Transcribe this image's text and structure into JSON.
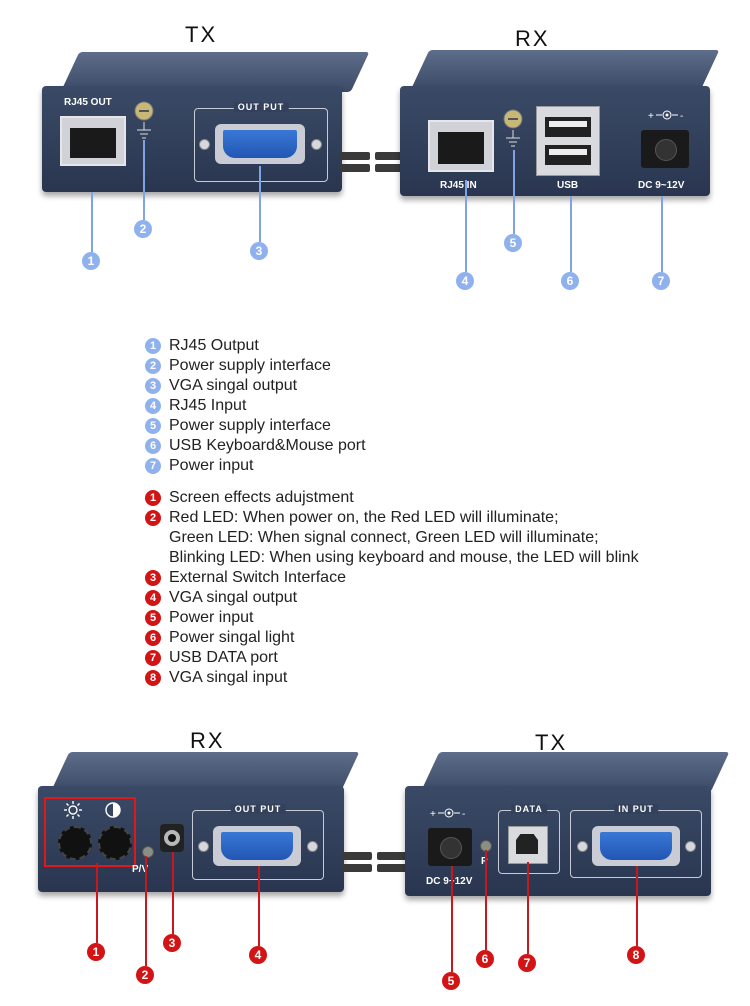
{
  "top": {
    "tx_title": "TX",
    "rx_title": "RX",
    "tx_labels": {
      "rj45": "RJ45  OUT",
      "output": "OUT PUT"
    },
    "rx_labels": {
      "rj45": "RJ45  IN",
      "usb": "USB",
      "dc": "DC 9~12V"
    },
    "callouts": [
      "1",
      "2",
      "3",
      "4",
      "5",
      "6",
      "7"
    ]
  },
  "list_blue": [
    {
      "n": "1",
      "text": "RJ45 Output"
    },
    {
      "n": "2",
      "text": "Power supply interface"
    },
    {
      "n": "3",
      "text": "VGA singal output"
    },
    {
      "n": "4",
      "text": "RJ45 Input"
    },
    {
      "n": "5",
      "text": "Power supply interface"
    },
    {
      "n": "6",
      "text": "USB Keyboard&Mouse port"
    },
    {
      "n": "7",
      "text": "Power input"
    }
  ],
  "list_red": {
    "item1": {
      "n": "1",
      "text": "Screen effects adujstment"
    },
    "item2": {
      "n": "2",
      "text": "Red LED:  When power on, the Red LED will illuminate;"
    },
    "item2_cont1": "Green LED: When signal connect, Green LED will illuminate;",
    "item2_cont2": "Blinking LED:  When using keyboard and mouse, the LED will blink",
    "rest": [
      {
        "n": "3",
        "text": "External Switch Interface"
      },
      {
        "n": "4",
        "text": "VGA singal output"
      },
      {
        "n": "5",
        "text": "Power input"
      },
      {
        "n": "6",
        "text": "Power singal light"
      },
      {
        "n": "7",
        "text": "USB DATA port"
      },
      {
        "n": "8",
        "text": "VGA singal input"
      }
    ]
  },
  "bottom": {
    "rx_title": "RX",
    "tx_title": "TX",
    "rx_labels": {
      "output": "OUT PUT",
      "pv": "P/V"
    },
    "tx_labels": {
      "data": "DATA",
      "input": "IN PUT",
      "dc": "DC 9~12V",
      "p": "P"
    },
    "callouts": [
      "1",
      "2",
      "3",
      "4",
      "5",
      "6",
      "7",
      "8"
    ]
  },
  "colors": {
    "blue_badge": "#8fb2ee",
    "red_badge": "#d21414",
    "device": "#2f3c58"
  }
}
